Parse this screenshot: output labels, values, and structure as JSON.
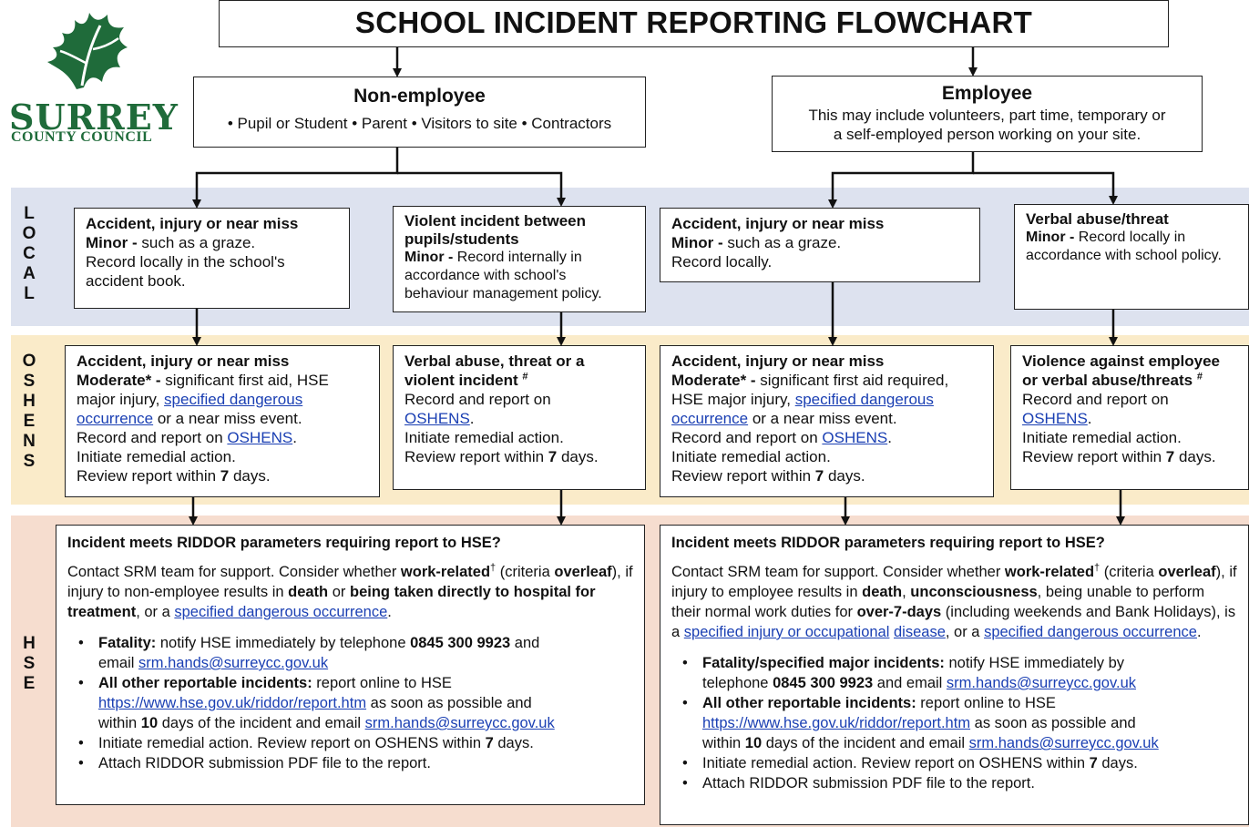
{
  "title": "SCHOOL INCIDENT REPORTING FLOWCHART",
  "logo": {
    "name": "SURREY",
    "sub": "COUNTY COUNCIL"
  },
  "side_labels": {
    "local": "LOCAL",
    "oshens": "OSHENS",
    "hse": "HSE"
  },
  "non_employee": {
    "heading": "Non-employee",
    "text": "• Pupil or Student • Parent • Visitors to site • Contractors"
  },
  "employee": {
    "heading": "Employee",
    "line1": "This may include volunteers, part time, temporary or",
    "line2": "a self-employed person working on your site."
  },
  "local": {
    "ne_accident": {
      "title": "Accident, injury or near miss",
      "minor": "Minor -",
      "minor_text": " such as a graze.",
      "line2": "Record locally in the school's",
      "line3": "accident book."
    },
    "ne_violent": {
      "title1": "Violent incident between",
      "title2": "pupils/students",
      "minor": "Minor -",
      "minor_text": " Record internally in",
      "line2": "accordance with school's",
      "line3": "behaviour management policy."
    },
    "e_accident": {
      "title": "Accident, injury or near miss",
      "minor": "Minor -",
      "minor_text": " such as a graze.",
      "line2": "Record locally."
    },
    "e_verbal": {
      "title": "Verbal abuse/threat",
      "minor": "Minor -",
      "minor_text": " Record locally in",
      "line2": "accordance with school policy."
    }
  },
  "oshens": {
    "ne_accident": {
      "title": "Accident, injury or near miss",
      "moderate": "Moderate* -",
      "moderate_text": " significant first aid, HSE",
      "line2a": "major injury, ",
      "link1": "specified dangerous",
      "link2": "occurrence",
      "line3b": " or a near miss event.",
      "line4a": "Record and report on ",
      "oshens_link": "OSHENS",
      "line4b": ".",
      "line5": "Initiate remedial action.",
      "review_a": "Review report within ",
      "review_days": "7",
      "review_b": " days."
    },
    "ne_verbal": {
      "title1": "Verbal abuse, threat or a",
      "title2": "violent incident",
      "mark": "#",
      "line1": "Record and report on",
      "oshens_link": "OSHENS",
      "dot": ".",
      "line3": "Initiate remedial action.",
      "review_a": "Review report within ",
      "review_days": "7",
      "review_b": " days."
    },
    "e_accident": {
      "title": "Accident, injury or near miss",
      "moderate": "Moderate* -",
      "moderate_text": " significant first aid required,",
      "line2a": "HSE major injury, ",
      "link1": "specified dangerous",
      "link2": "occurrence",
      "line3b": " or a near miss event.",
      "line4a": "Record and report on ",
      "oshens_link": "OSHENS",
      "line4b": ".",
      "line5": "Initiate remedial action.",
      "review_a": "Review report within ",
      "review_days": "7",
      "review_b": " days."
    },
    "e_violence": {
      "title1": "Violence against employee",
      "title2": "or verbal abuse/threats",
      "mark": "#",
      "line1": "Record and report on",
      "oshens_link": "OSHENS",
      "dot": ".",
      "line3": "Initiate remedial action.",
      "review_a": "Review report within ",
      "review_days": "7",
      "review_b": " days."
    }
  },
  "hse": {
    "left": {
      "heading": "Incident meets RIDDOR parameters requiring report to HSE?",
      "p1": "Contact SRM team for support. Consider whether ",
      "p1_b": "work-related",
      "dagger": "†",
      "p1_c": " (criteria",
      "p2_b": "overleaf",
      "p2": "), if injury to non-employee results in ",
      "p2_death": "death",
      "p2_or": " or ",
      "p2_taken": "being taken",
      "p3_b": "directly to hospital for treatment",
      "p3": ", or a ",
      "p3_link": "specified dangerous occurrence",
      "p3_end": ".",
      "b1_b": "Fatality:",
      "b1": " notify HSE immediately by telephone ",
      "phone": "0845 300 9923",
      "b1_and": " and",
      "b1_email": "email ",
      "email": "srm.hands@surreycc.gov.uk",
      "b2_b": "All other reportable incidents:",
      "b2": " report online to HSE",
      "url": "https://www.hse.gov.uk/riddor/report.htm",
      "b2_c": " as soon as possible and",
      "b2_d": "within ",
      "b2_ten": "10",
      "b2_e": " days of the incident and email ",
      "b3": "Initiate remedial action. Review report on OSHENS within ",
      "b3_days": "7",
      "b3_end": " days.",
      "b4": "Attach RIDDOR submission PDF file to the report."
    },
    "right": {
      "heading": "Incident meets RIDDOR parameters requiring report to HSE?",
      "p1": "Contact SRM team for support. Consider whether ",
      "p1_b": "work-related",
      "dagger": "†",
      "p1_c": " (criteria",
      "p2_b": "overleaf",
      "p2": "), if injury to employee results in ",
      "p2_death": "death",
      "p2_comma": ", ",
      "p2_uncon": "unconsciousness",
      "p2_being": ", being",
      "p3": "unable to perform their normal work duties for ",
      "p3_b": "over-7-days",
      "p3_c": " (including",
      "p4": "weekends and Bank Holidays), is a ",
      "p4_link": "specified injury or occupational",
      "p5_link": "disease",
      "p5": ", or a ",
      "p5_link2": "specified dangerous occurrence",
      "p5_end": ".",
      "b1_b": "Fatality/specified major incidents:",
      "b1": " notify HSE immediately by",
      "b1_tel": "telephone ",
      "phone": "0845 300 9923",
      "b1_and": " and email ",
      "email": "srm.hands@surreycc.gov.uk",
      "b2_b": "All other reportable incidents:",
      "b2": " report online to HSE",
      "url": "https://www.hse.gov.uk/riddor/report.htm",
      "b2_c": " as soon as possible and",
      "b2_d": "within ",
      "b2_ten": "10",
      "b2_e": " days of the incident and email ",
      "b3": "Initiate remedial action. Review report on OSHENS within ",
      "b3_days": "7",
      "b3_end": " days.",
      "b4": "Attach RIDDOR submission PDF file to the report."
    }
  },
  "colors": {
    "local_band": "#dde2ef",
    "oshens_band": "#faebc9",
    "hse_band": "#f6ddcf",
    "link": "#1a3fb3",
    "logo_green": "#1f6b3a"
  }
}
